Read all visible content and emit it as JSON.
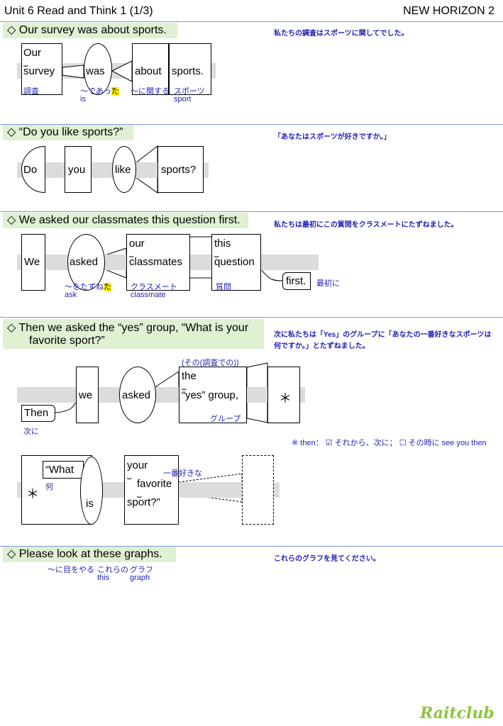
{
  "header": {
    "left": "Unit 6 Read and Think 1 (1/3)",
    "right": "NEW HORIZON 2"
  },
  "s1": {
    "sentence": "◇ Our survey was about sports.",
    "jp": "私たちの調査はスポーツに関してでした。",
    "w_our": "Our",
    "w_survey": "survey",
    "w_was": "was",
    "w_about": "about",
    "w_sports": "sports.",
    "g_survey": "調査",
    "g_was_a": "～であっ",
    "g_was_b": "た",
    "g_was_en": "is",
    "g_about": "～に関する",
    "g_sports": "スポーツ",
    "g_sports_en": "sport"
  },
  "s2": {
    "sentence": "◇ “Do you like sports?”",
    "jp": "「あなたはスポーツが好きですか。」",
    "w_do": "Do",
    "w_you": "you",
    "w_like": "like",
    "w_sports": "sports?"
  },
  "s3": {
    "sentence": "◇ We asked our classmates this question first.",
    "jp": "私たちは最初にこの質問をクラスメートにたずねました。",
    "w_we": "We",
    "w_asked": "asked",
    "w_our": "our",
    "w_classmates": "classmates",
    "w_this": "this",
    "w_question": "question",
    "w_first": "first.",
    "g_asked_a": "～をたずね",
    "g_asked_b": "た",
    "g_asked_en": "ask",
    "g_classmates": "クラスメート",
    "g_classmates_en": "classmate",
    "g_question": "質問",
    "g_first": "最初に"
  },
  "s4": {
    "sentence_l1": "◇ Then we asked the “yes” group, “What is your",
    "sentence_l2": "favorite sport?”",
    "jp_l1": "次に私たちは「Yes」のグループに「あなたの一番好きなスポーツは",
    "jp_l2": "何ですか。」とたずねました。",
    "w_we": "we",
    "w_asked": "asked",
    "w_the": "the",
    "w_yes_group": "“yes” group,",
    "w_star": "＊",
    "w_then": "Then",
    "g_sono": "(その(調査での))",
    "g_group": "グループ",
    "g_then": "次に",
    "note": "※ then： ☑ それから、次に； ☐ その時に see you then",
    "w_star2": "＊",
    "w_what": "“What",
    "w_is": "is",
    "w_your": "your",
    "w_favorite": "favorite",
    "w_sport": "sport?”",
    "g_what": "何",
    "g_favorite": "一番好きな"
  },
  "s5": {
    "sentence": "◇ Please look at these graphs.",
    "jp": "これらのグラフを見てください。",
    "g_look": "～に目をやる",
    "g_these": "これらの",
    "g_these_en": "this",
    "g_graphs": "グラフ",
    "g_graphs_en": "graph"
  },
  "logo": "Raitclub"
}
